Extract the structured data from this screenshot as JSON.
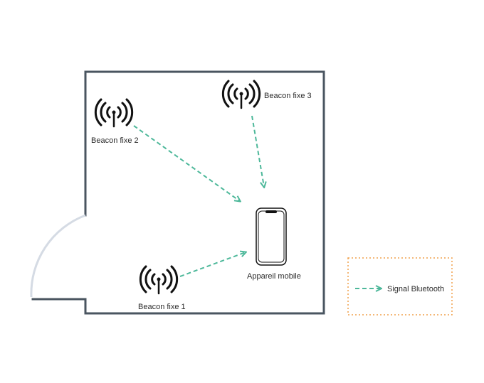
{
  "beacons": [
    {
      "id": "beacon-1",
      "label": "Beacon fixe 1",
      "icon": "antenna-icon"
    },
    {
      "id": "beacon-2",
      "label": "Beacon fixe 2",
      "icon": "antenna-icon"
    },
    {
      "id": "beacon-3",
      "label": "Beacon fixe 3",
      "icon": "antenna-icon"
    }
  ],
  "device": {
    "label": "Appareil mobile",
    "icon": "smartphone-icon"
  },
  "legend": {
    "signal_label": "Signal Bluetooth"
  },
  "colors": {
    "signal": "#4db89a",
    "walls": "#4a5560",
    "door": "#d5dbe4",
    "legend_border": "#f0a04b",
    "icon": "#111111"
  }
}
